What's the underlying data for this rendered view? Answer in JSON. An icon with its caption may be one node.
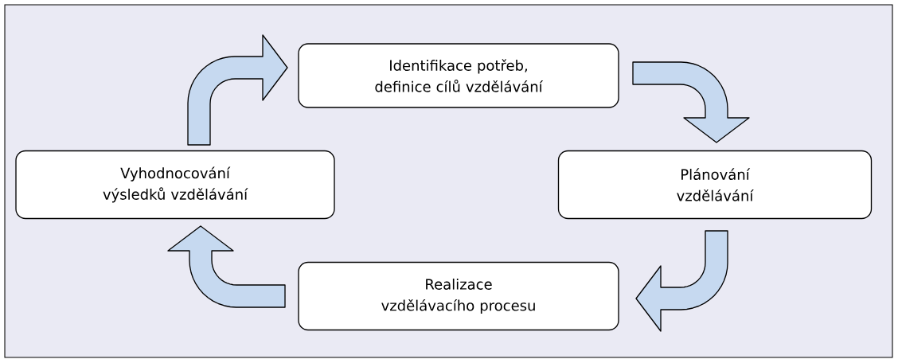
{
  "diagram": {
    "nodes": [
      {
        "text": [
          "Identifikace potřeb, definice cílů vzdělávání"
        ]
      },
      {
        "text": [
          "Plánování vzdělávání"
        ]
      },
      {
        "text": [
          "Realizace vzdělávacího procesu"
        ]
      },
      {
        "text": [
          "Vyhodnocování výsledků vzdělávání"
        ]
      }
    ],
    "edges": [
      {
        "from": 0,
        "to": 1,
        "arrow": "to"
      },
      {
        "from": 1,
        "to": 2,
        "arrow": "to"
      },
      {
        "from": 2,
        "to": 3,
        "arrow": "to"
      },
      {
        "from": 3,
        "to": 0,
        "arrow": "to"
      }
    ]
  }
}
